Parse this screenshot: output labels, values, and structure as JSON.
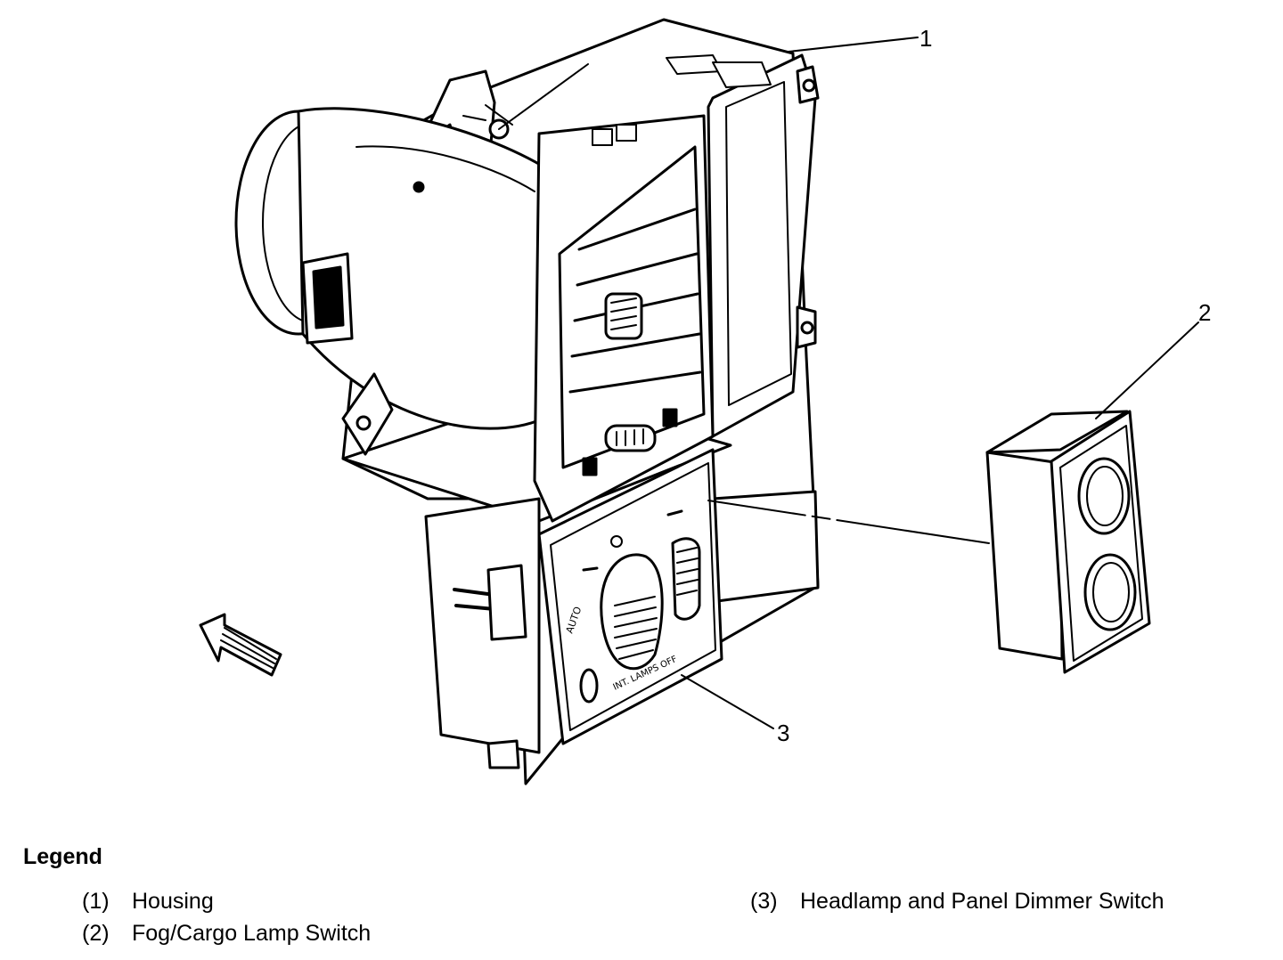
{
  "callouts": [
    "1",
    "2",
    "3"
  ],
  "panel_text": {
    "auto": "AUTO",
    "int_lamps": "INT. LAMPS OFF"
  },
  "legend": {
    "title": "Legend",
    "items": [
      {
        "num": "(1)",
        "label": "Housing"
      },
      {
        "num": "(2)",
        "label": "Fog/Cargo Lamp Switch"
      },
      {
        "num": "(3)",
        "label": "Headlamp and Panel Dimmer Switch"
      }
    ]
  }
}
